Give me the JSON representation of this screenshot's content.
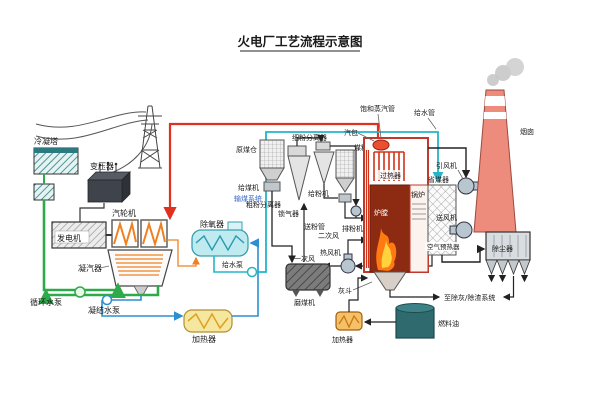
{
  "title": "火电厂工艺流程示意图",
  "labels": {
    "cooling_tower": "冷凝塔",
    "transformer": "变压器",
    "generator": "发电机",
    "steam_turbine": "汽轮机",
    "condenser": "凝汽器",
    "circulating_water_pump": "循环水泵",
    "condensate_pump": "凝结水泵",
    "lp_heater": "加热器",
    "deaerator": "除氧器",
    "feed_water_pump": "给水泵",
    "coal_handling": "输煤系统",
    "raw_coal_bunker": "原煤仓",
    "coal_feeder": "给煤机",
    "coarse_separator": "粗粉分离器",
    "fine_separator": "细粉分离器",
    "coal_powder_bunker": "煤粉仓",
    "air_lock": "锁气器",
    "powder_feeder": "给粉机",
    "mill_exhaust_fan": "排粉机",
    "powder_pipe": "送粉管",
    "secondary_air": "二次风",
    "primary_air": "一次风",
    "hot_air_fan": "热风机",
    "coal_mill": "磨煤机",
    "ash_hopper": "灰斗",
    "fuel_oil": "燃料油",
    "oil_heater": "加热器",
    "steam_drum": "汽包",
    "saturated_steam_pipe": "饱和蒸汽管",
    "feed_water_pipe": "给水管",
    "superheater": "过热器",
    "furnace": "炉膛",
    "boiler": "锅炉",
    "economizer": "省煤器",
    "air_preheater": "空气预热器",
    "induced_draft_fan": "引风机",
    "forced_draft_fan": "送风机",
    "dust_collector": "除尘器",
    "chimney": "烟囱",
    "ash_slag_system": "至除灰/除渣系统"
  },
  "colors": {
    "steam_red": "#e03020",
    "circulating_water_green": "#2faa4a",
    "condensate_blue": "#2b8fd0",
    "feedwater_cyan": "#23b5c8",
    "extraction_orange": "#f08020",
    "flame_orange": "#ff7a10",
    "chimney_red": "#ed8b7c",
    "label_blue": "#3366cc"
  }
}
